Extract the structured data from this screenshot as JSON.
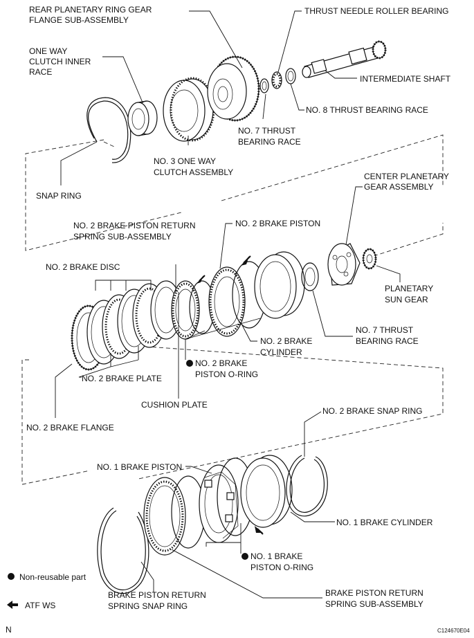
{
  "labels": {
    "rear_planetary_ring_gear_1": "REAR PLANETARY RING GEAR",
    "rear_planetary_ring_gear_2": "FLANGE SUB-ASSEMBLY",
    "thrust_needle_roller_bearing": "THRUST NEEDLE ROLLER BEARING",
    "one_way_clutch_inner_race_1": "ONE WAY",
    "one_way_clutch_inner_race_2": "CLUTCH INNER",
    "one_way_clutch_inner_race_3": "RACE",
    "intermediate_shaft": "INTERMEDIATE SHAFT",
    "no8_thrust_bearing_race": "NO.  8 THRUST BEARING RACE",
    "no7_thrust_bearing_race_top_1": "NO. 7 THRUST",
    "no7_thrust_bearing_race_top_2": "BEARING RACE",
    "no3_one_way_clutch_1": "NO. 3 ONE WAY",
    "no3_one_way_clutch_2": "CLUTCH ASSEMBLY",
    "snap_ring": "SNAP RING",
    "center_planetary_gear_1": "CENTER PLANETARY",
    "center_planetary_gear_2": "GEAR ASSEMBLY",
    "no2_brake_piston_return_1": "NO. 2 BRAKE PISTON RETURN",
    "no2_brake_piston_return_2": "SPRING SUB-ASSEMBLY",
    "no2_brake_piston": "NO. 2 BRAKE PISTON",
    "no2_brake_disc": "NO. 2 BRAKE DISC",
    "planetary_sun_gear_1": "PLANETARY",
    "planetary_sun_gear_2": "SUN GEAR",
    "no7_thrust_bearing_race_mid_1": "NO. 7 THRUST",
    "no7_thrust_bearing_race_mid_2": "BEARING  RACE",
    "no2_brake_cylinder_1": "NO. 2 BRAKE",
    "no2_brake_cylinder_2": "CYLINDER",
    "no2_brake_piston_oring_1": "NO. 2 BRAKE",
    "no2_brake_piston_oring_2": "PISTON O-RING",
    "no2_brake_plate": "NO. 2 BRAKE PLATE",
    "cushion_plate": "CUSHION PLATE",
    "no2_brake_flange": "NO. 2 BRAKE FLANGE",
    "no2_brake_snap_ring": "NO. 2 BRAKE SNAP RING",
    "no1_brake_piston": "NO. 1 BRAKE PISTON",
    "no1_brake_cylinder": "NO. 1 BRAKE CYLINDER",
    "no1_brake_piston_oring_1": "NO. 1 BRAKE",
    "no1_brake_piston_oring_2": "PISTON O-RING",
    "brake_piston_return_snap_1": "BRAKE PISTON RETURN",
    "brake_piston_return_snap_2": "SPRING SNAP RING",
    "brake_piston_return_spring_1": "BRAKE PISTON RETURN",
    "brake_piston_return_spring_2": "SPRING SUB-ASSEMBLY"
  },
  "legend": {
    "non_reusable": "Non-reusable part",
    "atf_ws": "ATF WS"
  },
  "footer": {
    "corner_letter": "N",
    "figure_code": "C124670E04"
  },
  "icons": {
    "non_reusable_mark": "filled-circle",
    "atf_mark": "left-arrow"
  }
}
